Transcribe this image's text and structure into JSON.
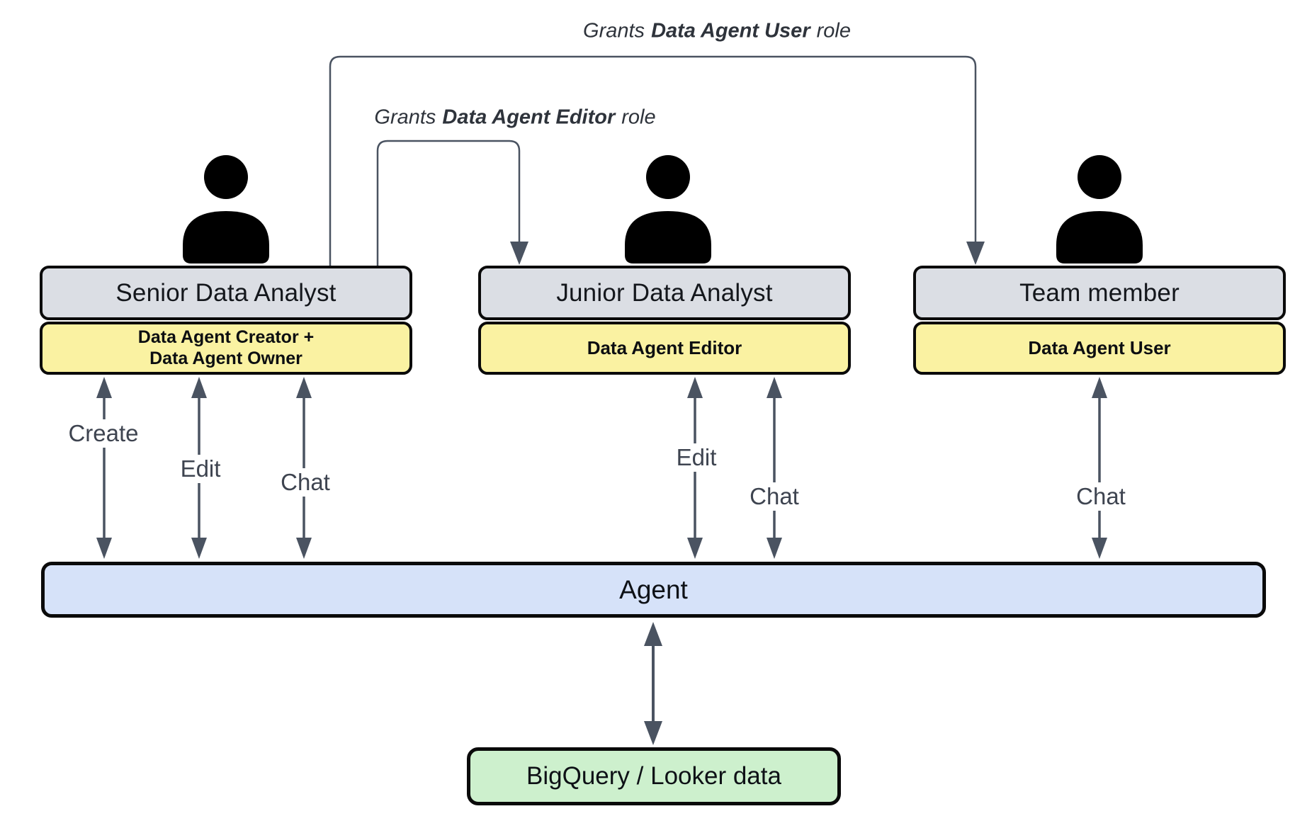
{
  "colors": {
    "gray": "#dbdee4",
    "yellow": "#faf2a2",
    "blue": "#d6e2f9",
    "green": "#cdf0cd",
    "arrow": "#4a5361",
    "border": "#0a0a0a",
    "title-text": "#14171c",
    "label-text": "#3e4450"
  },
  "grants": [
    {
      "prefix": "Grants",
      "role": "Data Agent User",
      "suffix": "role"
    },
    {
      "prefix": "Grants",
      "role": "Data Agent Editor",
      "suffix": "role"
    }
  ],
  "actors": [
    {
      "title": "Senior Data Analyst",
      "roles": [
        "Data Agent Creator +",
        "Data Agent Owner"
      ],
      "actions": [
        "Create",
        "Edit",
        "Chat"
      ]
    },
    {
      "title": "Junior Data Analyst",
      "roles": [
        "Data Agent Editor"
      ],
      "actions": [
        "Edit",
        "Chat"
      ]
    },
    {
      "title": "Team member",
      "roles": [
        "Data Agent User"
      ],
      "actions": [
        "Chat"
      ]
    }
  ],
  "agent": {
    "label": "Agent"
  },
  "datasource": {
    "label": "BigQuery / Looker data"
  }
}
